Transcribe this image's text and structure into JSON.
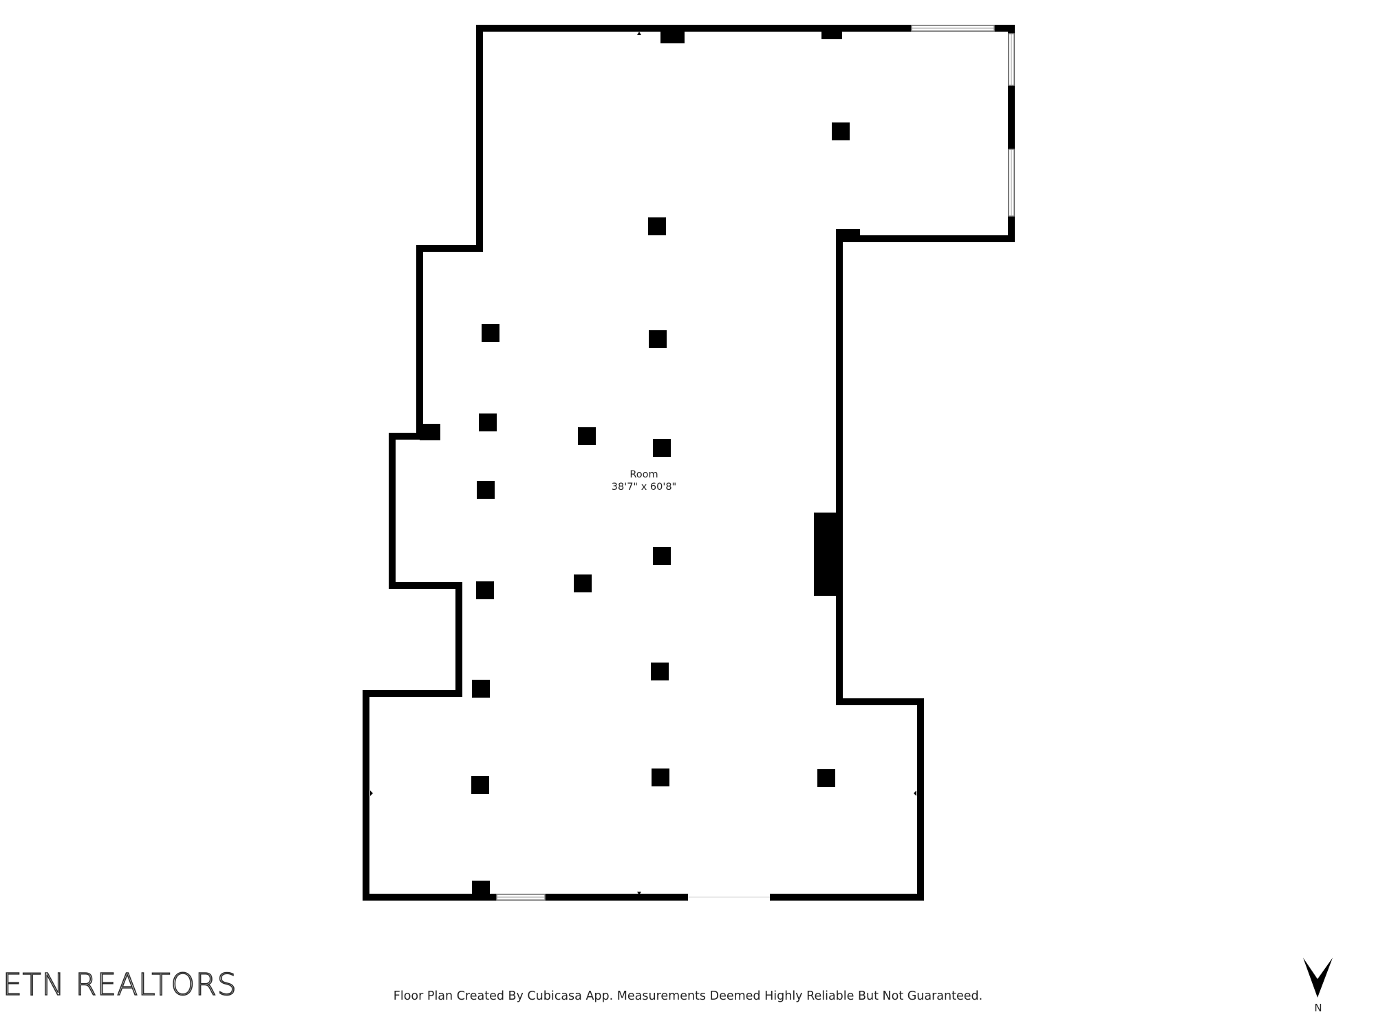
{
  "room": {
    "name": "Room",
    "dimensions": "38'7\" x 60'8\""
  },
  "branding": {
    "logo_text": "ETN REALTORS"
  },
  "footer": {
    "disclaimer": "Floor Plan Created By Cubicasa App. Measurements Deemed Highly Reliable But Not Guaranteed."
  },
  "compass": {
    "label": "N",
    "icon": "north-arrow-icon"
  },
  "colors": {
    "wall": "#000000",
    "window": "#d0d0d0",
    "background": "#ffffff"
  }
}
